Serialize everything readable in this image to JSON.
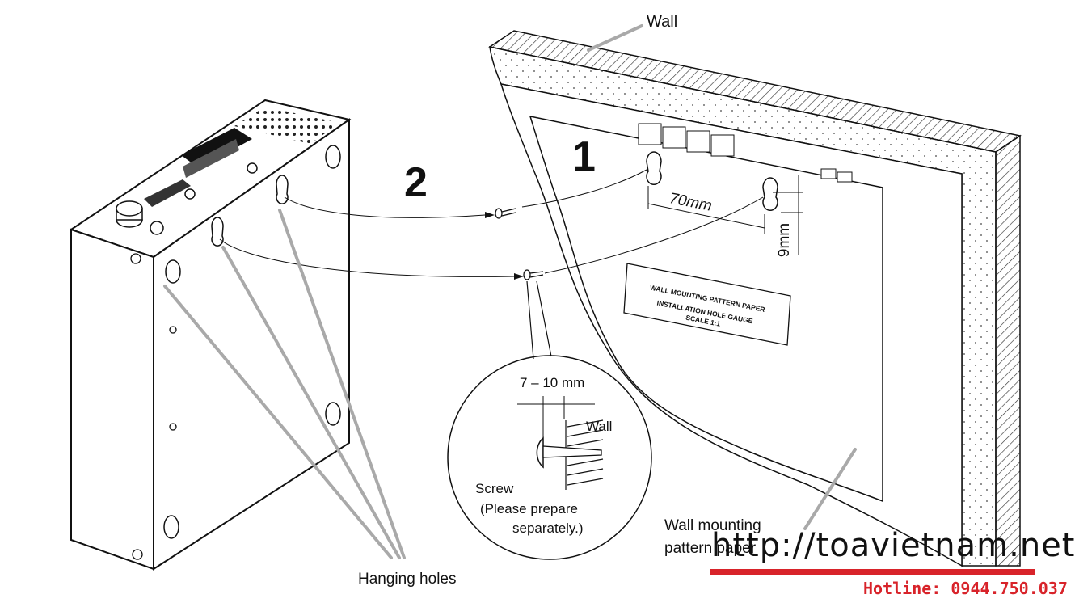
{
  "labels": {
    "wall_top": "Wall",
    "step1": "1",
    "step2": "2",
    "dim_70": "70mm",
    "dim_9": "9mm",
    "paper_line1": "WALL MOUNTING PATTERN PAPER",
    "paper_line2": "INSTALLATION HOLE GAUGE",
    "paper_line3": "SCALE 1:1",
    "detail_dim": "7 – 10 mm",
    "detail_wall": "Wall",
    "screw_line1": "Screw",
    "screw_line2": "(Please prepare",
    "screw_line3": "separately.)",
    "paper_callout_line1": "Wall mounting",
    "paper_callout_line2": "pattern paper",
    "hanging_holes": "Hanging holes"
  },
  "watermark": {
    "url": "http://toavietnam.net",
    "hotline": "Hotline: 0944.750.037"
  },
  "colors": {
    "line": "#111111",
    "leader": "#a9a9a9",
    "brand_red": "#d8232a"
  }
}
